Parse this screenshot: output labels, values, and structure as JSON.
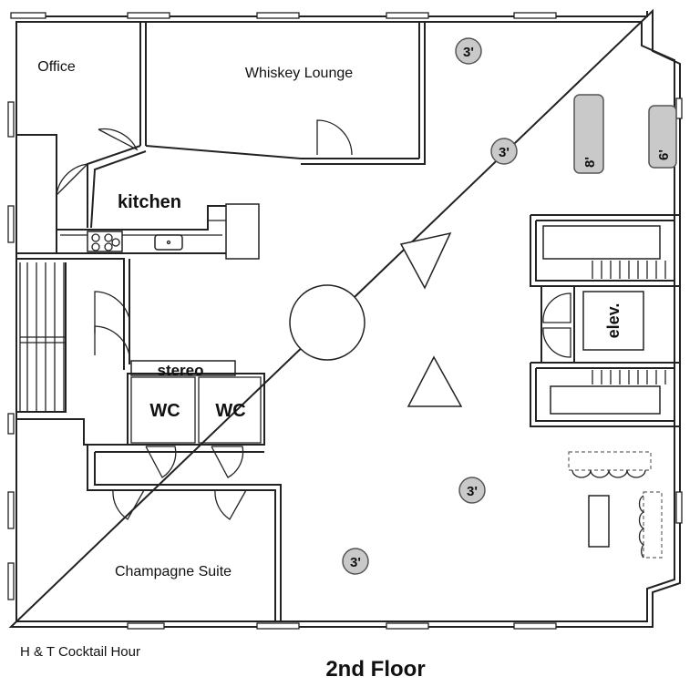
{
  "rooms": {
    "office": "Office",
    "whiskey_lounge": "Whiskey Lounge",
    "kitchen": "kitchen",
    "stereo": "stereo",
    "wc_left": "WC",
    "wc_right": "WC",
    "elevator": "elev.",
    "champagne_suite": "Champagne Suite"
  },
  "tables": {
    "t1": "3'",
    "t2": "3'",
    "t3": "3'",
    "t4": "3'",
    "bar_long": "8'",
    "bar_short": "6'"
  },
  "caption": {
    "event": "H & T Cocktail Hour",
    "floor": "2nd Floor"
  }
}
